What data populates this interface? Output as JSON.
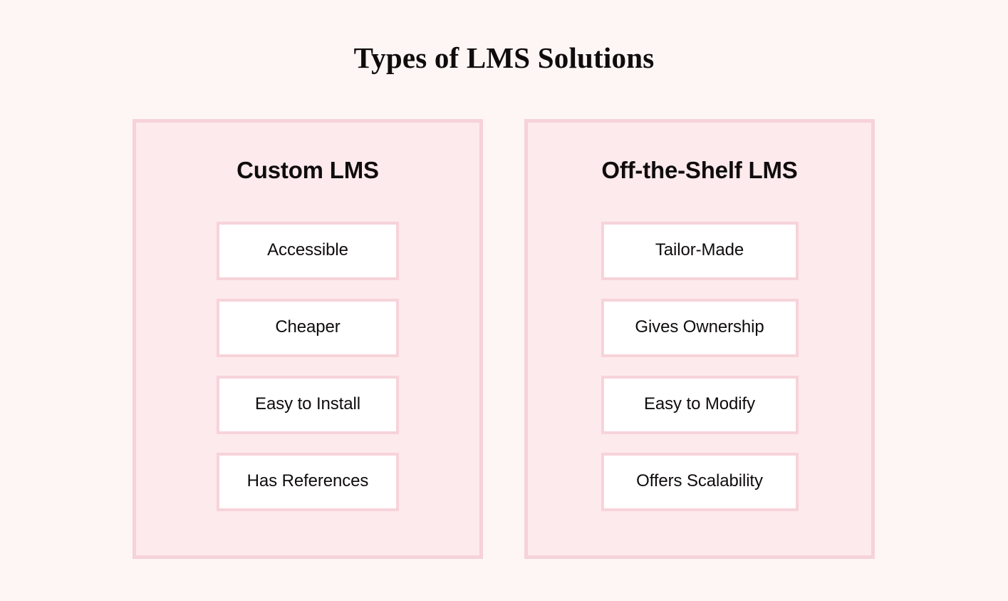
{
  "title": "Types of LMS Solutions",
  "colors": {
    "background": "#fdf6f5",
    "panel_fill": "#fdeaec",
    "panel_border": "#f6d2da",
    "item_fill": "#ffffff",
    "item_border": "#f7d3da",
    "text": "#100c0d"
  },
  "columns": [
    {
      "heading": "Custom LMS",
      "items": [
        {
          "label": "Accessible"
        },
        {
          "label": "Cheaper"
        },
        {
          "label": "Easy to Install"
        },
        {
          "label": "Has References"
        }
      ]
    },
    {
      "heading": "Off-the-Shelf LMS",
      "items": [
        {
          "label": "Tailor-Made"
        },
        {
          "label": "Gives Ownership"
        },
        {
          "label": "Easy to Modify"
        },
        {
          "label": "Offers Scalability"
        }
      ]
    }
  ]
}
